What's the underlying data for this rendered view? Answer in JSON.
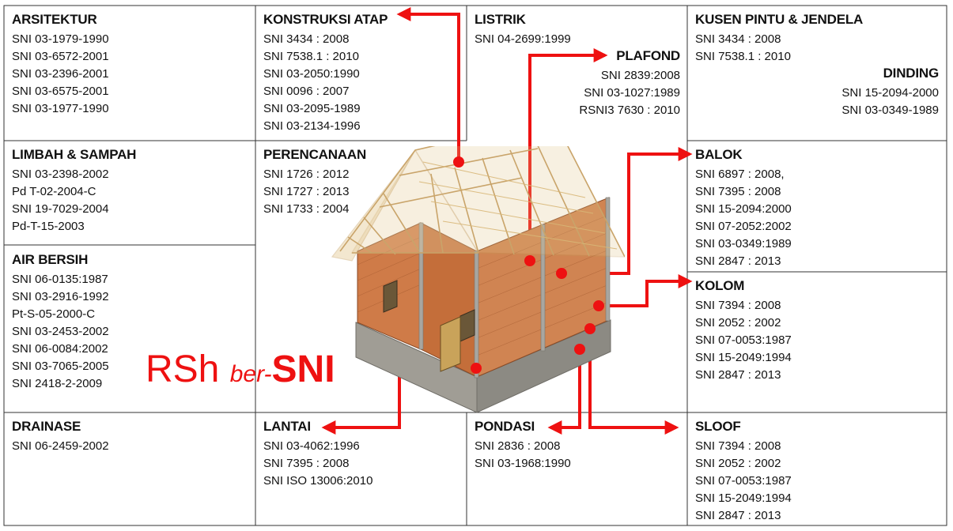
{
  "boxes": {
    "arsitektur": {
      "title": "ARSITEKTUR",
      "items": [
        "SNI 03-1979-1990",
        "SNI 03-6572-2001",
        "SNI 03-2396-2001",
        "SNI 03-6575-2001",
        "SNI 03-1977-1990"
      ]
    },
    "konstruksi_atap": {
      "title": "KONSTRUKSI ATAP",
      "items": [
        "SNI 3434 : 2008",
        "SNI 7538.1 : 2010",
        "SNI 03-2050:1990",
        "SNI 0096 : 2007",
        "SNI 03-2095-1989",
        "SNI 03-2134-1996"
      ]
    },
    "listrik": {
      "title": "LISTRIK",
      "items": [
        "SNI 04-2699:1999"
      ]
    },
    "plafond": {
      "title": "PLAFOND",
      "items": [
        "SNI 2839:2008",
        "SNI 03-1027:1989",
        "RSNI3 7630 : 2010"
      ]
    },
    "kusen": {
      "title": "KUSEN PINTU & JENDELA",
      "items": [
        "SNI 3434 : 2008",
        "SNI 7538.1 : 2010"
      ]
    },
    "dinding": {
      "title": "DINDING",
      "items": [
        "SNI 15-2094-2000",
        "SNI 03-0349-1989"
      ]
    },
    "limbah": {
      "title": "LIMBAH & SAMPAH",
      "items": [
        "SNI 03-2398-2002",
        "Pd T-02-2004-C",
        "SNI 19-7029-2004",
        "Pd-T-15-2003"
      ]
    },
    "perencanaan": {
      "title": "PERENCANAAN",
      "items": [
        "SNI 1726 : 2012",
        "SNI 1727 : 2013",
        "SNI 1733 : 2004"
      ]
    },
    "balok": {
      "title": "BALOK",
      "items": [
        "SNI 6897 : 2008,",
        "SNI 7395 : 2008",
        "SNI 15-2094:2000",
        "SNI 07-2052:2002",
        "SNI 03-0349:1989",
        "SNI 2847 : 2013"
      ]
    },
    "air_bersih": {
      "title": "AIR BERSIH",
      "items": [
        "SNI 06-0135:1987",
        "SNI 03-2916-1992",
        "Pt-S-05-2000-C",
        "SNI 03-2453-2002",
        "SNI 06-0084:2002",
        "SNI 03-7065-2005",
        "SNI 2418-2-2009"
      ]
    },
    "kolom": {
      "title": "KOLOM",
      "items": [
        "SNI 7394 : 2008",
        "SNI 2052 : 2002",
        "SNI 07-0053:1987",
        "SNI 15-2049:1994",
        "SNI 2847 : 2013"
      ]
    },
    "drainase": {
      "title": "DRAINASE",
      "items": [
        "SNI 06-2459-2002"
      ]
    },
    "lantai": {
      "title": "LANTAI",
      "items": [
        "SNI 03-4062:1996",
        "SNI 7395 : 2008",
        "SNI ISO 13006:2010"
      ]
    },
    "pondasi": {
      "title": "PONDASI",
      "items": [
        "SNI 2836 : 2008",
        "SNI 03-1968:1990"
      ]
    },
    "sloof": {
      "title": "SLOOF",
      "items": [
        "SNI 7394 : 2008",
        "SNI 2052 : 2002",
        "SNI 07-0053:1987",
        "SNI 15-2049:1994",
        "SNI 2847 : 2013"
      ]
    }
  },
  "headline": {
    "part1": "RSh ",
    "part2": "ber-",
    "part3": "SNI"
  },
  "colors": {
    "accent": "#ee1111",
    "grid": "#333333",
    "brick": "#c8703e",
    "timber": "#e2c489",
    "stone": "#9a9891"
  }
}
